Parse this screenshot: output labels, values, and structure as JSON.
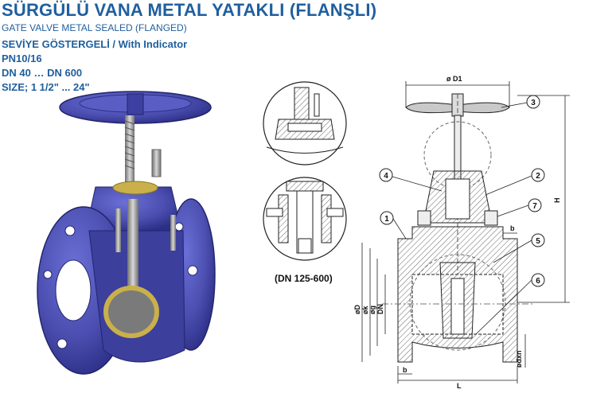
{
  "header": {
    "title": "SÜRGÜLÜ VANA METAL YATAKLI (FLANŞLI)",
    "subtitle": "GATE VALVE METAL SEALED (FLANGED)",
    "specs": [
      "SEVİYE GÖSTERGELİ / With Indicator",
      "PN10/16",
      "DN 40 … DN 600",
      "SIZE; 1 1/2\" ... 24\""
    ]
  },
  "detail_caption": "(DN 125-600)",
  "drawing": {
    "dimensions": {
      "d1": "ø D1",
      "h": "H",
      "b_top": "b",
      "b_bottom": "b",
      "l": "L",
      "od": "øD",
      "k": "øk",
      "g": "øg",
      "dn": "DN",
      "dxn": "ødxn"
    },
    "callouts": [
      "1",
      "2",
      "3",
      "4",
      "5",
      "6",
      "7"
    ]
  },
  "colors": {
    "brand_blue": "#1f5f9e",
    "valve_blue": "#4c4fb0",
    "valve_dark": "#2c2f86",
    "brass": "#c9b04a",
    "steel": "#9a9a9a",
    "hatch": "#555555"
  }
}
